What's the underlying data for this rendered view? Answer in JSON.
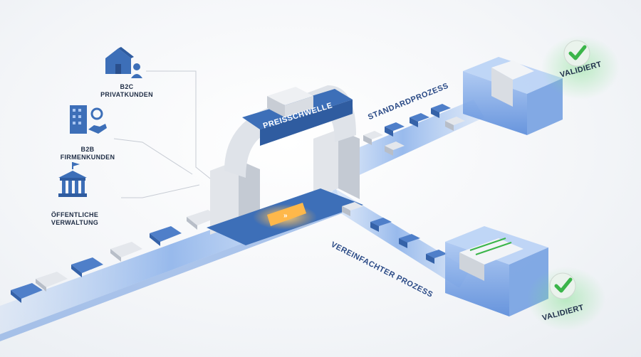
{
  "customers": [
    {
      "line1": "B2C",
      "line2": "PRIVATKUNDEN",
      "icon": "house-person-icon"
    },
    {
      "line1": "B2B",
      "line2": "FIRMENKUNDEN",
      "icon": "office-building-handshake-icon"
    },
    {
      "line1": "ÖFFENTLICHE",
      "line2": "VERWALTUNG",
      "icon": "government-building-icon"
    }
  ],
  "gate": {
    "label": "PREISSCHWELLE"
  },
  "flows": {
    "standard": "STANDARDPROZESS",
    "simplified": "VEREINFACHTER PROZESS"
  },
  "results": {
    "top": "VALIDIERT",
    "bottom": "VALIDIERT"
  },
  "colors": {
    "accent": "#3d6fb8",
    "light_blue": "#7fa8e0",
    "green": "#3bb54a",
    "orange": "#f5a623"
  }
}
